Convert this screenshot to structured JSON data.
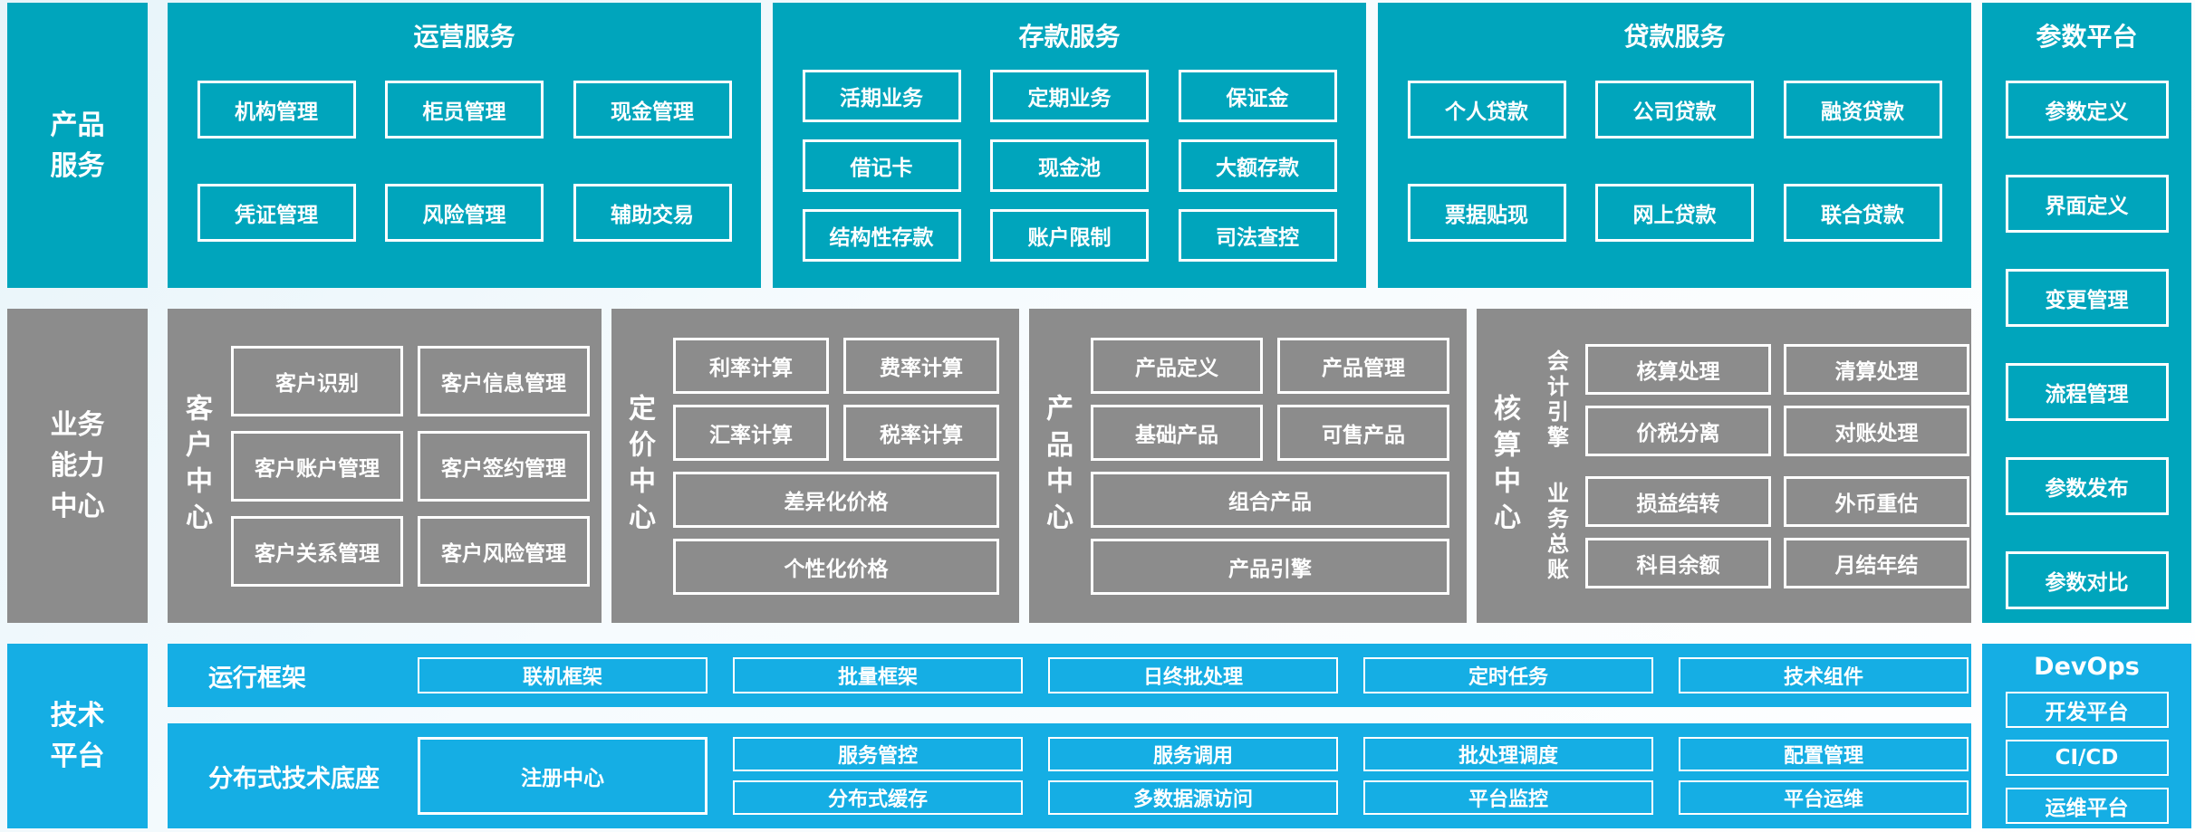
{
  "palette": {
    "teal": "#00a5bc",
    "gray": "#8c8c8c",
    "blue": "#15aee4",
    "box_border": "#ffffff"
  },
  "left_rail": {
    "product_services": "产品\n服务",
    "business_capability": "业务\n能力\n中心",
    "tech_platform": "技术\n平台"
  },
  "operations": {
    "title": "运营服务",
    "items": [
      "机构管理",
      "柜员管理",
      "现金管理",
      "凭证管理",
      "风险管理",
      "辅助交易"
    ]
  },
  "deposit": {
    "title": "存款服务",
    "items": [
      "活期业务",
      "定期业务",
      "保证金",
      "借记卡",
      "现金池",
      "大额存款",
      "结构性存款",
      "账户限制",
      "司法查控"
    ]
  },
  "loan": {
    "title": "贷款服务",
    "items": [
      "个人贷款",
      "公司贷款",
      "融资贷款",
      "票据贴现",
      "网上贷款",
      "联合贷款"
    ]
  },
  "parameter": {
    "title": "参数平台",
    "items": [
      "参数定义",
      "界面定义",
      "变更管理",
      "流程管理",
      "参数发布",
      "参数对比"
    ]
  },
  "customer": {
    "label": "客户中心",
    "items": [
      "客户识别",
      "客户信息管理",
      "客户账户管理",
      "客户签约管理",
      "客户关系管理",
      "客户风险管理"
    ]
  },
  "pricing": {
    "label": "定价中心",
    "items": [
      "利率计算",
      "费率计算",
      "汇率计算",
      "税率计算"
    ],
    "wide_items": [
      "差异化价格",
      "个性化价格"
    ]
  },
  "product": {
    "label": "产品中心",
    "items": [
      "产品定义",
      "产品管理",
      "基础产品",
      "可售产品"
    ],
    "wide_items": [
      "组合产品",
      "产品引擎"
    ]
  },
  "accounting": {
    "label": "核算中心",
    "groups": [
      {
        "label": "会计引擎",
        "items": [
          "核算处理",
          "清算处理",
          "价税分离",
          "对账处理"
        ]
      },
      {
        "label": "业务总账",
        "items": [
          "损益结转",
          "外币重估",
          "科目余额",
          "月结年结"
        ]
      }
    ]
  },
  "runtime": {
    "label": "运行框架",
    "items": [
      "联机框架",
      "批量框架",
      "日终批处理",
      "定时任务",
      "技术组件"
    ]
  },
  "distributed": {
    "label": "分布式技术底座",
    "registry": "注册中心",
    "columns": [
      [
        "服务管控",
        "分布式缓存"
      ],
      [
        "服务调用",
        "多数据源访问"
      ],
      [
        "批处理调度",
        "平台监控"
      ],
      [
        "配置管理",
        "平台运维"
      ]
    ]
  },
  "devops": {
    "title": "DevOps",
    "items": [
      "开发平台",
      "CI/CD",
      "运维平台"
    ]
  }
}
